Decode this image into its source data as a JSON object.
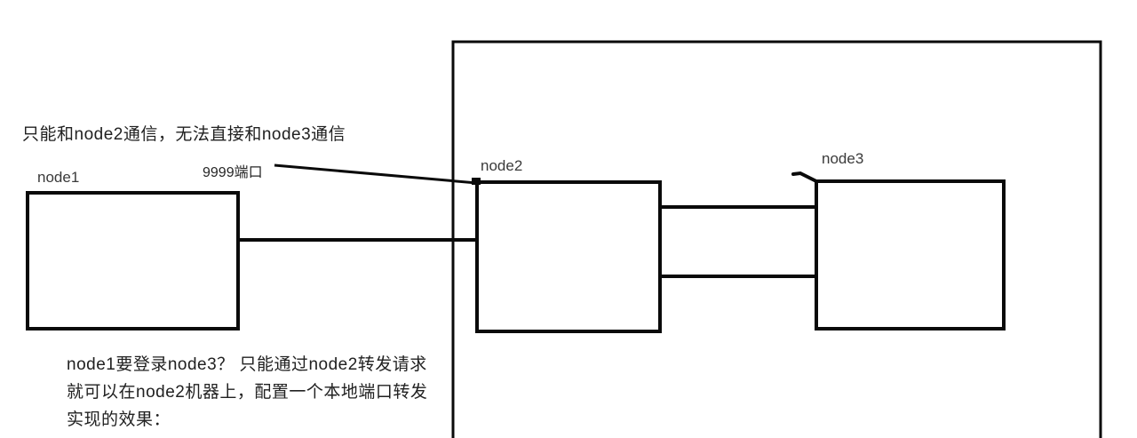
{
  "diagram": {
    "top_note": "只能和node2通信，无法直接和node3通信",
    "port_label": "9999端口",
    "nodes": [
      {
        "id": "node1",
        "label": "node1"
      },
      {
        "id": "node2",
        "label": "node2"
      },
      {
        "id": "node3",
        "label": "node3"
      }
    ],
    "links": [
      {
        "from": "node1",
        "to": "node2"
      },
      {
        "from": "node2",
        "to": "node3"
      },
      {
        "from": "node2",
        "to": "node3"
      }
    ],
    "bottom_note_lines": [
      "node1要登录node3？ 只能通过node2转发请求",
      "就可以在node2机器上，配置一个本地端口转发",
      "实现的效果："
    ],
    "colors": {
      "line": "#0a0a0a",
      "text": "#212121",
      "node_label": "#3a3a3a",
      "background": "#ffffff"
    }
  }
}
